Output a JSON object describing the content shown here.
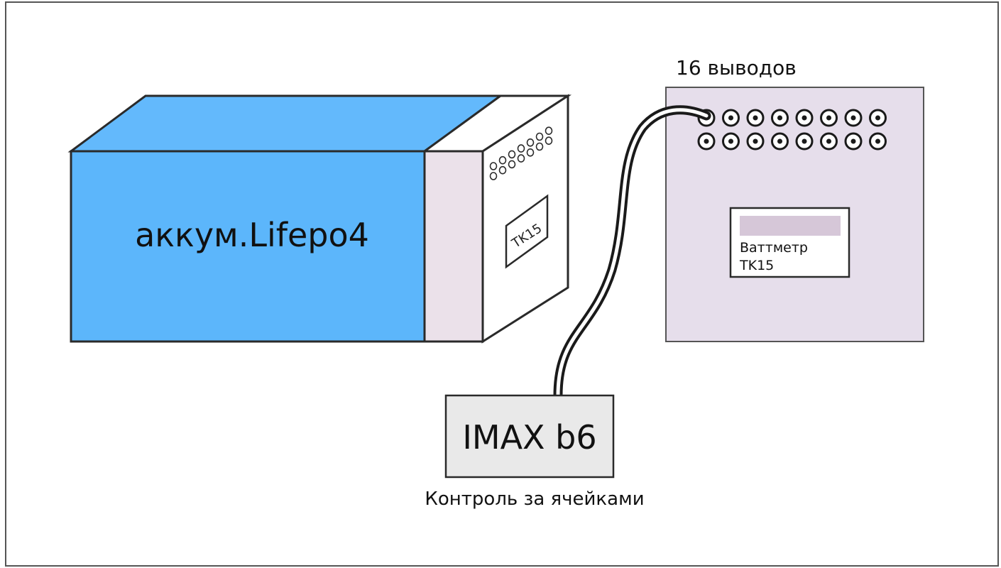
{
  "colors": {
    "battery_front": "#5cb6fb",
    "battery_top": "#63b9fc",
    "battery_band": "#ebe1ea",
    "panel_fill": "#e6deeb",
    "display_fill": "#d6c7d8",
    "charger_fill": "#e9e9e9",
    "outline": "#2a2a2a"
  },
  "battery": {
    "label": "аккум.Lifepo4",
    "end_panel_label": "TK15"
  },
  "meter_panel": {
    "terminals_label": "16 выводов",
    "terminal_count": 16,
    "display_label_line1": "Ваттметр",
    "display_label_line2": "TK15"
  },
  "charger": {
    "label": "IMAX b6",
    "caption": "Контроль за ячейками"
  }
}
